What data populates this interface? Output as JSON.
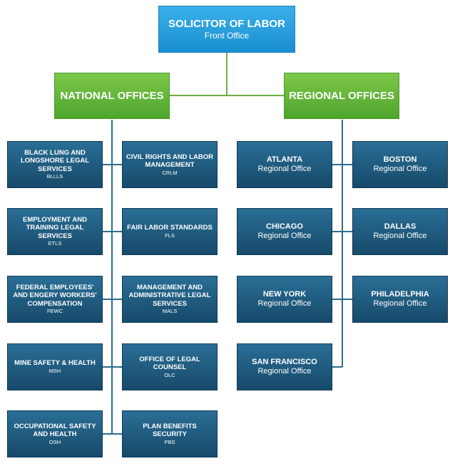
{
  "top": {
    "title": "SOLICITOR OF LABOR",
    "subtitle": "Front Office"
  },
  "national": {
    "title": "NATIONAL OFFICES",
    "offices": [
      {
        "name": "BLACK LUNG AND LONGSHORE LEGAL SERVICES",
        "abbr": "BLLLS"
      },
      {
        "name": "CIVIL RIGHTS AND LABOR MANAGEMENT",
        "abbr": "CRLM"
      },
      {
        "name": "EMPLOYMENT AND TRAINING LEGAL SERVICES",
        "abbr": "ETLS"
      },
      {
        "name": "FAIR LABOR STANDARDS",
        "abbr": "FLS"
      },
      {
        "name": "FEDERAL EMPLOYEES' AND ENGERY WORKERS' COMPENSATION",
        "abbr": "FEWC"
      },
      {
        "name": "MANAGEMENT AND ADMINISTRATIVE LEGAL SERVICES",
        "abbr": "MALS"
      },
      {
        "name": "MINE SAFETY & HEALTH",
        "abbr": "MSH"
      },
      {
        "name": "OFFICE OF LEGAL COUNSEL",
        "abbr": "OLC"
      },
      {
        "name": "OCCUPATIONAL SAFETY AND HEALTH",
        "abbr": "OSH"
      },
      {
        "name": "PLAN BENEFITS SECURITY",
        "abbr": "PBS"
      }
    ]
  },
  "regional": {
    "title": "REGIONAL OFFICES",
    "offices": [
      {
        "name": "ATLANTA",
        "sub": "Regional Office"
      },
      {
        "name": "BOSTON",
        "sub": "Regional Office"
      },
      {
        "name": "CHICAGO",
        "sub": "Regional Office"
      },
      {
        "name": "DALLAS",
        "sub": "Regional Office"
      },
      {
        "name": "NEW YORK",
        "sub": "Regional Office"
      },
      {
        "name": "PHILADELPHIA",
        "sub": "Regional Office"
      },
      {
        "name": "SAN FRANCISCO",
        "sub": "Regional Office"
      }
    ]
  }
}
